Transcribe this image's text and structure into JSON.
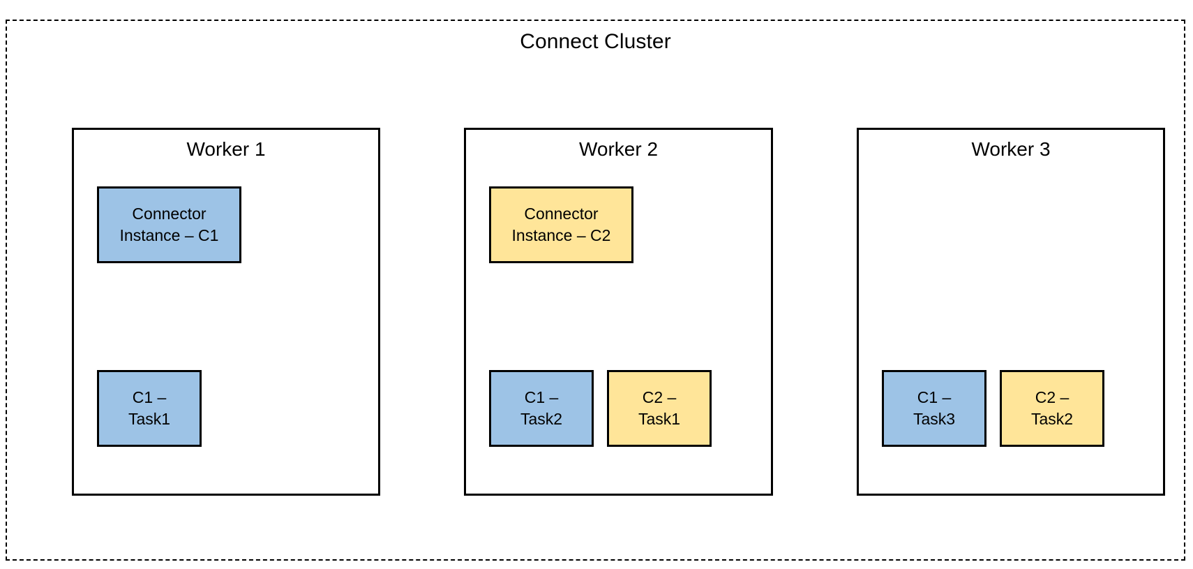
{
  "cluster": {
    "title": "Connect Cluster",
    "border_style": "dashed",
    "border_color": "#000000"
  },
  "colors": {
    "connector_c1": "#9dc3e6",
    "connector_c2": "#ffe599",
    "border": "#000000",
    "background": "#ffffff"
  },
  "workers": [
    {
      "title": "Worker 1",
      "connector": {
        "label": "Connector\nInstance – C1",
        "color": "#9dc3e6"
      },
      "tasks": [
        {
          "label": "C1 –\nTask1",
          "color": "#9dc3e6"
        }
      ]
    },
    {
      "title": "Worker 2",
      "connector": {
        "label": "Connector\nInstance – C2",
        "color": "#ffe599"
      },
      "tasks": [
        {
          "label": "C1 –\nTask2",
          "color": "#9dc3e6"
        },
        {
          "label": "C2 –\nTask1",
          "color": "#ffe599"
        }
      ]
    },
    {
      "title": "Worker 3",
      "connector": null,
      "tasks": [
        {
          "label": "C1 –\nTask3",
          "color": "#9dc3e6"
        },
        {
          "label": "C2 –\nTask2",
          "color": "#ffe599"
        }
      ]
    }
  ]
}
